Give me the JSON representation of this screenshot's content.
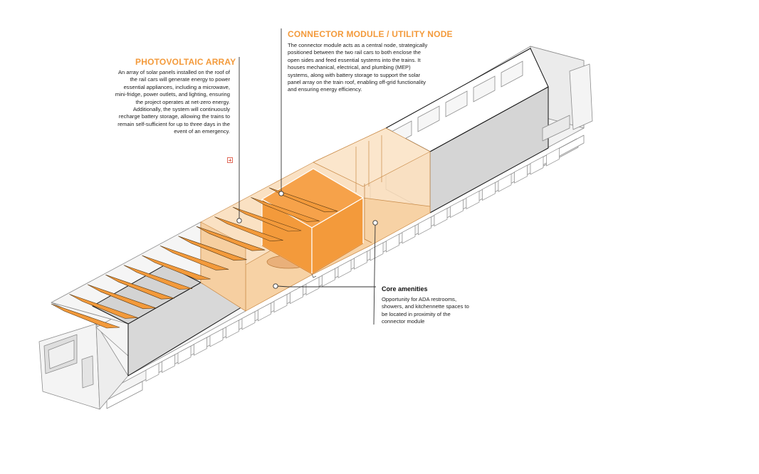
{
  "colors": {
    "accent": "#f39a3b",
    "accent_light": "#f9dcb8",
    "roof_grey": "#d3d3d3",
    "outline": "#8c8c8c",
    "leader": "#333333"
  },
  "annotations": {
    "photovoltaic": {
      "title": "PHOTOVOLTAIC ARRAY",
      "lines": [
        "An array of solar panels installed on the roof of",
        "the rail cars will generate energy to power",
        "essential appliances, including a microwave,",
        "mini-fridge, power outlets, and lighting, ensuring",
        "the project operates at net-zero energy.",
        "Additionally, the system will continuously",
        "recharge battery storage, allowing the trains to",
        "remain self-sufficient for up to three days in the",
        "event of an emergency."
      ]
    },
    "connector": {
      "title": "CONNECTOR MODULE / UTILITY NODE",
      "lines": [
        "The connector module acts as a central node, strategically",
        "positioned between the two rail cars to both enclose the",
        "open sides and feed essential systems into the trains. It",
        "houses mechanical, electrical, and plumbing (MEP)",
        "systems, along with battery storage to support the solar",
        "panel array on the train roof, enabling off-grid functionality",
        "and ensuring energy efficiency."
      ]
    },
    "core": {
      "title": "Core amenities",
      "lines": [
        "Opportunity for ADA restrooms,",
        "showers, and kitchennette spaces to",
        "be located in proximity of the",
        "connector module"
      ]
    }
  },
  "icons": {
    "expand": "expand-plus-icon"
  }
}
